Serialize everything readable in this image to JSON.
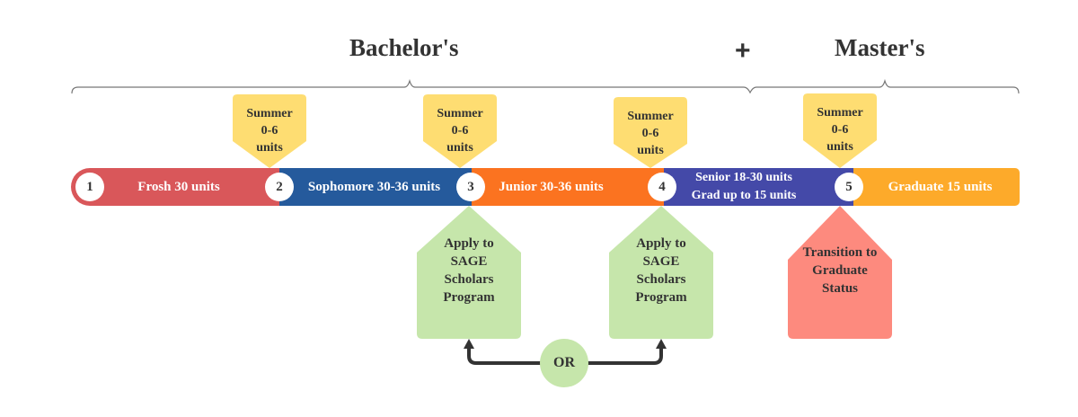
{
  "headings": {
    "bachelors": "Bachelor's",
    "plus": "+",
    "masters": "Master's"
  },
  "colors": {
    "frosh": "#d9575a",
    "sophomore": "#255a9c",
    "junior": "#fb7320",
    "senior": "#4449a8",
    "graduate": "#fdaa2a",
    "summer": "#fedd72",
    "sage": "#c6e6ab",
    "transition": "#fd8a7e",
    "text_dark": "#333333"
  },
  "summers": [
    {
      "line1": "Summer",
      "line2": "0-6",
      "line3": "units"
    },
    {
      "line1": "Summer",
      "line2": "0-6",
      "line3": "units"
    },
    {
      "line1": "Summer",
      "line2": "0-6",
      "line3": "units"
    },
    {
      "line1": "Summer",
      "line2": "0-6",
      "line3": "units"
    }
  ],
  "stages": [
    {
      "number": "1",
      "label": "Frosh 30 units"
    },
    {
      "number": "2",
      "label": "Sophomore 30-36 units"
    },
    {
      "number": "3",
      "label": "Junior 30-36 units"
    },
    {
      "number": "4",
      "label_line1": "Senior 18-30 units",
      "label_line2": "Grad up to 15 units"
    },
    {
      "number": "5",
      "label": "Graduate 15 units"
    }
  ],
  "sage_boxes": [
    {
      "lines": [
        "Apply to",
        "SAGE",
        "Scholars",
        "Program"
      ]
    },
    {
      "lines": [
        "Apply to",
        "SAGE",
        "Scholars",
        "Program"
      ]
    }
  ],
  "transition_box": {
    "lines": [
      "Transition to",
      "Graduate",
      "Status"
    ]
  },
  "or_label": "OR"
}
